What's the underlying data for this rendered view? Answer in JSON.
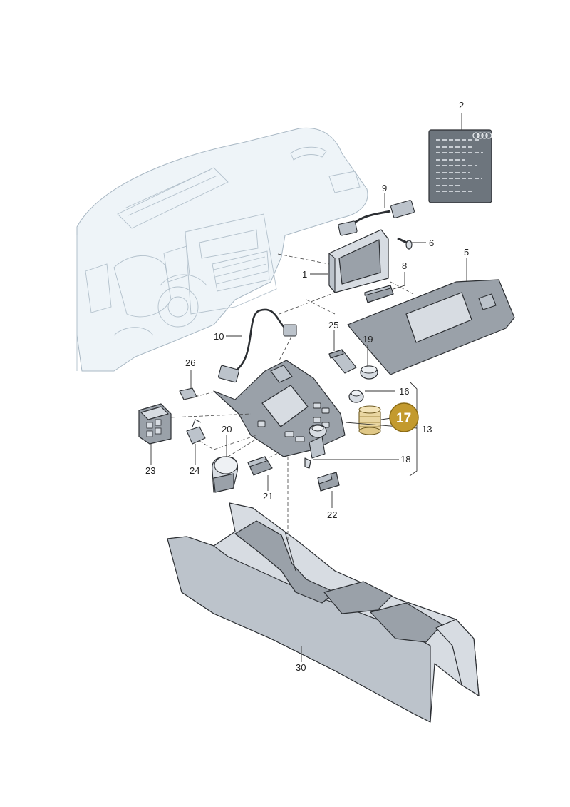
{
  "diagram": {
    "labels": [
      {
        "id": "1",
        "text": "1"
      },
      {
        "id": "2",
        "text": "2"
      },
      {
        "id": "5",
        "text": "5"
      },
      {
        "id": "6",
        "text": "6"
      },
      {
        "id": "8",
        "text": "8"
      },
      {
        "id": "9",
        "text": "9"
      },
      {
        "id": "10",
        "text": "10"
      },
      {
        "id": "13",
        "text": "13"
      },
      {
        "id": "16",
        "text": "16"
      },
      {
        "id": "17",
        "text": "17"
      },
      {
        "id": "18",
        "text": "18"
      },
      {
        "id": "19",
        "text": "19"
      },
      {
        "id": "20",
        "text": "20"
      },
      {
        "id": "21",
        "text": "21"
      },
      {
        "id": "22",
        "text": "22"
      },
      {
        "id": "23",
        "text": "23"
      },
      {
        "id": "24",
        "text": "24"
      },
      {
        "id": "25",
        "text": "25"
      },
      {
        "id": "26",
        "text": "26"
      },
      {
        "id": "30",
        "text": "30"
      }
    ],
    "highlighted_part": "17",
    "colors": {
      "highlight_fill": "#c39a2e",
      "highlight_stroke": "#8a6a14",
      "part_fill": "#d7dce2",
      "ghost_fill": "#eef4f8"
    }
  }
}
